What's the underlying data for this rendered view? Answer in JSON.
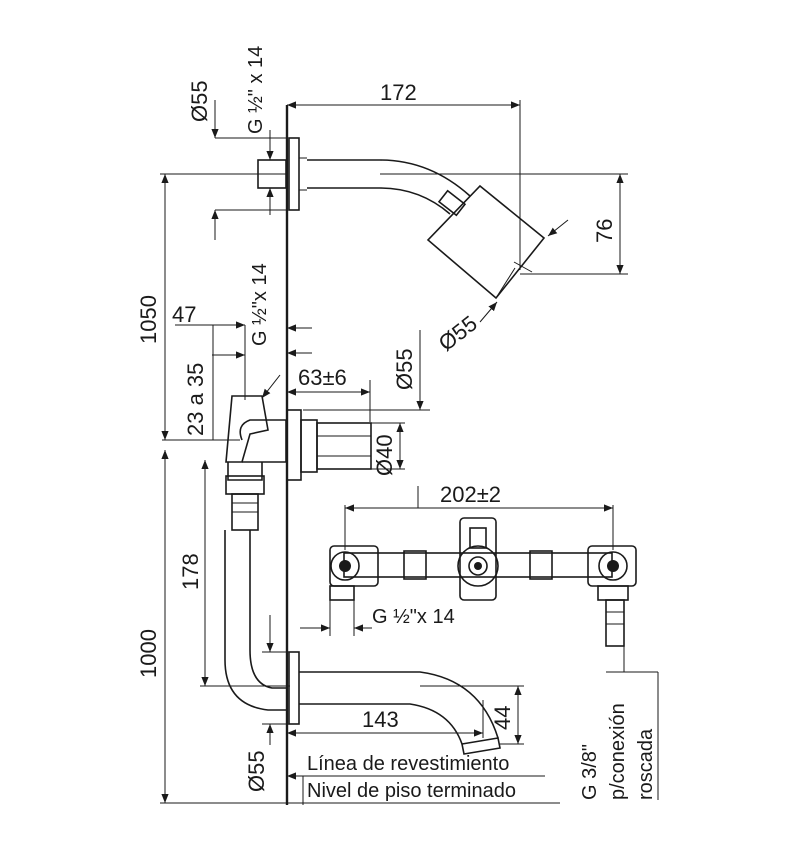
{
  "dimensions": {
    "d172": "172",
    "d76": "76",
    "d55_top": "Ø55",
    "thread_top": "G ½\" x 14",
    "d1050": "1050",
    "d47": "47",
    "thread_mid": "G ½\"x 14",
    "d23a35": "23 a 35",
    "d63": "63±6",
    "d55_mid": "Ø55",
    "d55_shower": "Ø55",
    "d40": "Ø40",
    "d202": "202±2",
    "thread_valve": "G ½\"x 14",
    "d178": "178",
    "d1000": "1000",
    "d143": "143",
    "d44": "44",
    "d55_bottom": "Ø55"
  },
  "notes": {
    "wall_line": "Línea de revestimiento",
    "floor_line": "Nivel de piso terminado",
    "connection_1": "G 3/8\"",
    "connection_2": "p/conexión",
    "connection_3": "roscada"
  }
}
